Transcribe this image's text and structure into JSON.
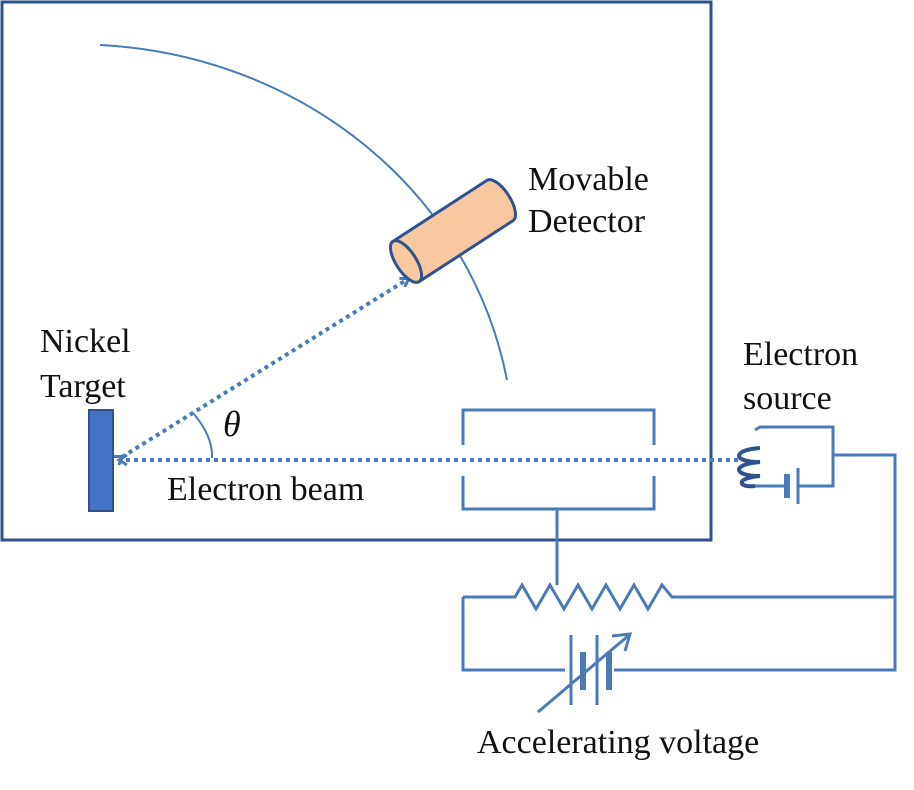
{
  "labels": {
    "detector_line1": "Movable",
    "detector_line2": "Detector",
    "target_line1": "Nickel",
    "target_line2": "Target",
    "source_line1": "Electron",
    "source_line2": "source",
    "angle": "θ",
    "beam": "Electron beam",
    "voltage": "Accelerating voltage"
  },
  "colors": {
    "line": "#4a7ab8",
    "dark_line": "#2f528f",
    "target_fill": "#4472c4",
    "detector_fill": "#f8c9a0",
    "text": "#111111",
    "background": "#ffffff"
  }
}
